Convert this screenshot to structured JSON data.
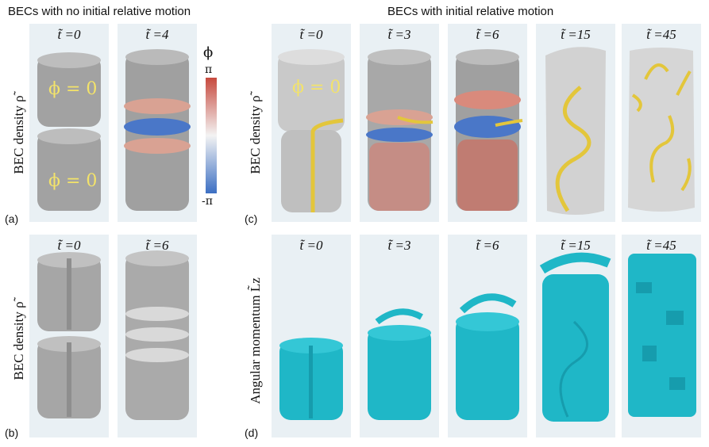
{
  "headers": {
    "left": "BECs with no initial relative motion",
    "right": "BECs with initial relative motion"
  },
  "ylabels": {
    "density": "BEC density ρ̃",
    "angular": "Angular momentum L̃z"
  },
  "letters": {
    "a": "(a)",
    "b": "(b)",
    "c": "(c)",
    "d": "(d)"
  },
  "times": {
    "a": [
      "t̃ =0",
      "t̃ =4"
    ],
    "b": [
      "t̃ =0",
      "t̃ =6"
    ],
    "c": [
      "t̃ =0",
      "t̃ =3",
      "t̃ =6",
      "t̃ =15",
      "t̃ =45"
    ],
    "d": [
      "t̃ =0",
      "t̃ =3",
      "t̃ =6",
      "t̃ =15",
      "t̃ =45"
    ]
  },
  "phi_label": "ϕ = 0",
  "colorbar": {
    "symbol": "ϕ",
    "top": "π",
    "bottom": "-π"
  },
  "colors": {
    "gray": "#9a9a9a",
    "cyan": "#1fb7c7",
    "red": "#d9776a",
    "blue": "#4a77c8",
    "yellow": "#e3c63b"
  }
}
